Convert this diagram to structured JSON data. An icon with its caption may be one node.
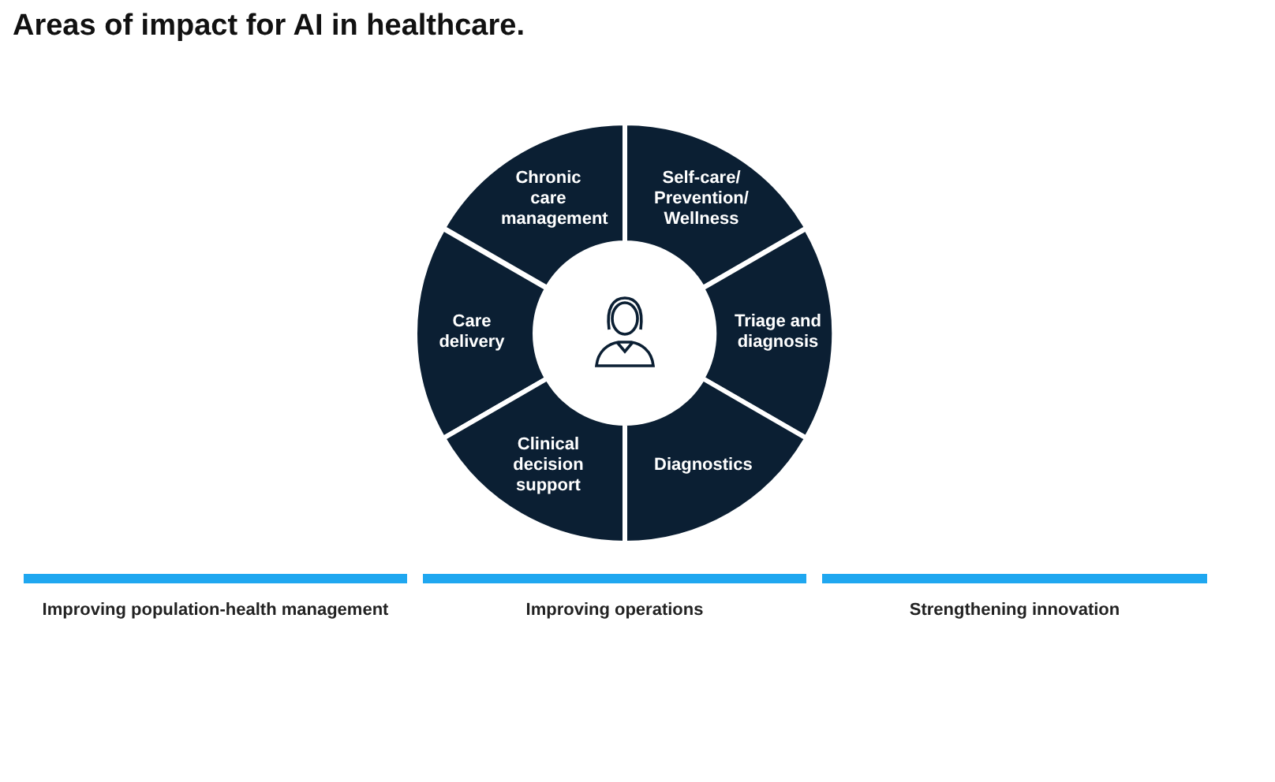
{
  "diagram": {
    "title": "Areas of impact for AI in healthcare.",
    "nodes": [
      {
        "text": [
          "Chronic care management"
        ]
      },
      {
        "text": [
          "Self-care/ Prevention/ Wellness"
        ]
      },
      {
        "text": [
          "Care delivery"
        ]
      },
      {
        "text": [],
        "shape": "circle"
      },
      {
        "text": [
          "Triage and diagnosis"
        ]
      },
      {
        "text": [
          "Clinical decision support"
        ]
      },
      {
        "text": [
          "Diagnostics"
        ]
      },
      {
        "text": [
          "Improving population-health management"
        ]
      },
      {
        "text": [
          "Improving operations"
        ]
      },
      {
        "text": [
          "Strengthening innovation"
        ]
      }
    ]
  }
}
